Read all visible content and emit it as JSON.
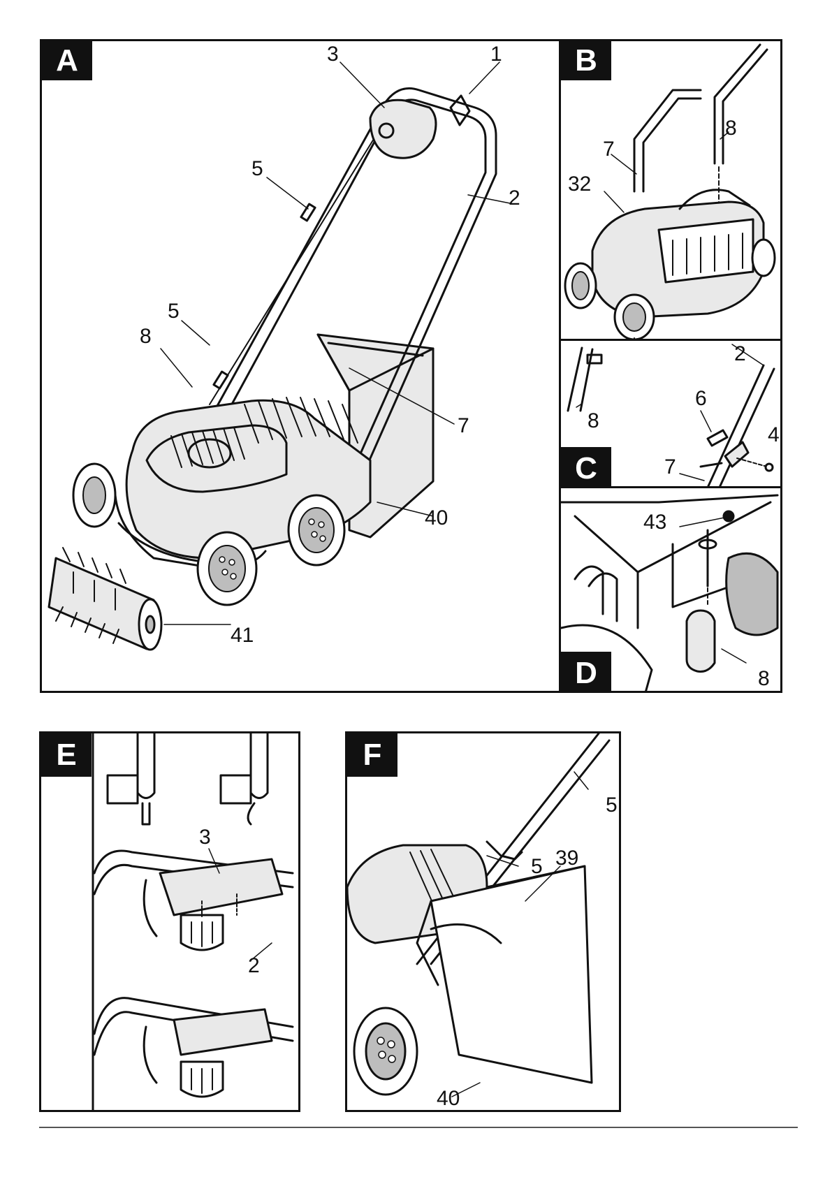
{
  "panels": {
    "A": {
      "label": "A",
      "callouts": [
        "1",
        "2",
        "3",
        "5",
        "5",
        "7",
        "8",
        "40",
        "41"
      ]
    },
    "B": {
      "label": "B",
      "callouts": [
        "7",
        "8",
        "32"
      ]
    },
    "C": {
      "label": "C",
      "callouts": [
        "2",
        "4",
        "6",
        "7",
        "8"
      ]
    },
    "D": {
      "label": "D",
      "callouts": [
        "8",
        "43"
      ]
    },
    "E": {
      "label": "E",
      "callouts": [
        "2",
        "3"
      ]
    },
    "F": {
      "label": "F",
      "callouts": [
        "5",
        "5",
        "39",
        "40"
      ]
    }
  },
  "colors": {
    "line": "#111111",
    "fill_light": "#e9e9e9",
    "fill_mid": "#bdbdbd",
    "badge_bg": "#111111",
    "badge_text": "#ffffff"
  }
}
